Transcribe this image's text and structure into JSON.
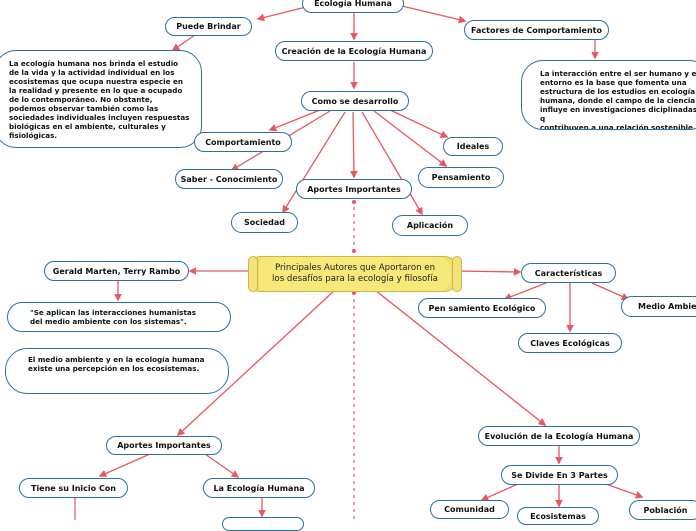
{
  "colors": {
    "connector": "#e8585f",
    "node_border": "#2a6fa8",
    "center_fill": "#f6e97a"
  },
  "center": {
    "text": "Principales Autores que Aportaron en\nlos desafíos para la ecología y filosofía"
  },
  "nodes": {
    "ecologia_humana": "Ecología Humana",
    "puede_brindar": "Puede Brindar",
    "creacion": "Creación de la Ecología Humana",
    "factores": "Factores de Comportamiento",
    "como_se_desarrollo": "Como se desarrollo",
    "comportamiento": "Comportamiento",
    "ideales": "Ideales",
    "saber": "Saber - Conocimiento",
    "pensamiento": "Pensamiento",
    "aportes_top": "Aportes Importantes",
    "sociedad": "Sociedad",
    "aplicacion": "Aplicación",
    "gerald": "Gerald Marten, Terry Rambo",
    "caracteristicas": "Características",
    "pensamiento_ecologico": "Pen samiento Ecológico",
    "medio_ambiente": "Medio Ambiente",
    "claves": "Claves Ecológicas",
    "aportes_bottom": "Aportes Importantes",
    "evolucion": "Evolución de la Ecología Humana",
    "tiene_inicio": "Tiene su Inicio Con",
    "la_ecologia_humana": "La Ecología Humana",
    "se_divide": "Se Divide En 3 Partes",
    "comunidad": "Comunidad",
    "ecosistemas": "Ecosistemas",
    "poblacion": "Población"
  },
  "notes": {
    "puede_brindar_note": "La ecología humana nos brinda el estudio\nde la vida y la actividad individual en los\necosistemas que ocupa nuestra especie en\nla realidad y presente en lo que a ocupado\nde lo contemporáneo.  No obstante,\npodemos observar también como las\nsociedades individuales incluyen respuestas\nbiológicas en el ambiente, culturales y\nfisiológicas.",
    "factores_note": "La interacción entre el ser humano y el\nentorno es la base que fomenta una\nestructura de los estudios en ecología\nhumana, donde el campo de la ciencia\ninfluye en investigaciones diciplinadas q\ncontribuyen a una relación sostenible y\ndesafíos éticos.",
    "quote_note": "\"Se aplican las interacciones humanistas\ndel medio ambiente con los sistemas\".",
    "percepcion_note": "El medio ambiente y en la ecología humana\nexiste una percepción en los ecosistemas."
  }
}
